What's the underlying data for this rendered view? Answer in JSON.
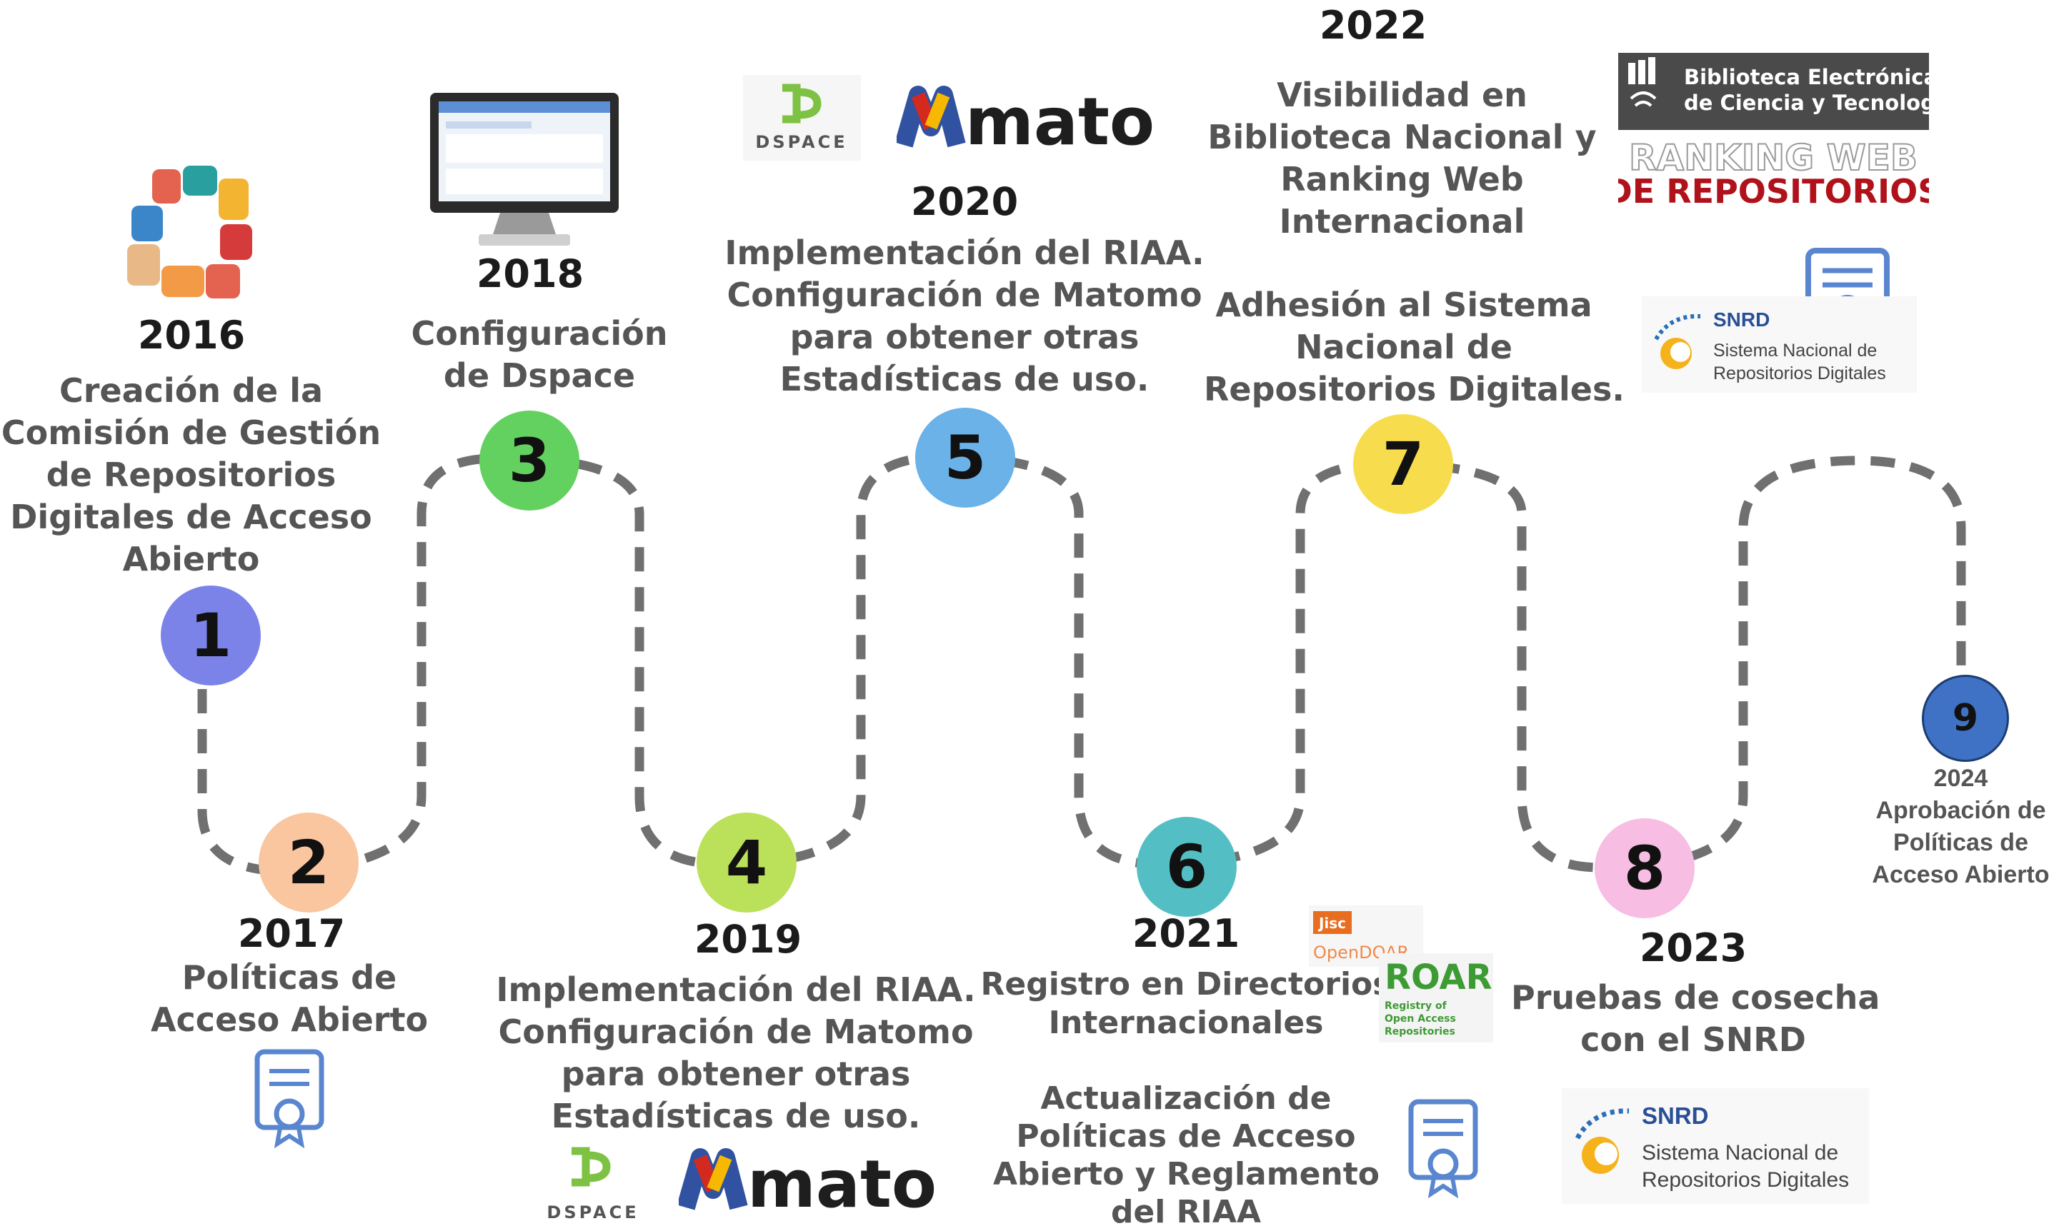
{
  "milestones": [
    {
      "number": "1",
      "year": "2016",
      "lines": [
        "Creación de la",
        "Comisión de Gestión",
        "de Repositorios",
        "Digitales de Acceso",
        "Abierto"
      ],
      "color": "#7b83e8"
    },
    {
      "number": "2",
      "year": "2017",
      "lines": [
        "Políticas de",
        "Acceso Abierto"
      ],
      "color": "#f9c6a0"
    },
    {
      "number": "3",
      "year": "2018",
      "lines": [
        "Configuración",
        "de Dspace"
      ],
      "color": "#63d160"
    },
    {
      "number": "4",
      "year": "2019",
      "lines": [
        "Implementación del RIAA.",
        "Configuración de Matomo",
        "para obtener otras",
        "Estadísticas de uso."
      ],
      "color": "#bbe05a"
    },
    {
      "number": "5",
      "year": "2020",
      "lines": [
        "Implementación del RIAA.",
        "Configuración de Matomo",
        "para obtener otras",
        "Estadísticas de uso."
      ],
      "color": "#6ab2e8"
    },
    {
      "number": "6",
      "year": "2021",
      "lines": [
        "Registro en Directorios",
        "Internacionales"
      ],
      "extra_lines": [
        "Actualización de",
        "Políticas de Acceso",
        "Abierto y Reglamento",
        "del RIAA"
      ],
      "color": "#53bfc4"
    },
    {
      "number": "7",
      "year": "2022",
      "lines": [
        "Visibilidad en",
        "Biblioteca Nacional y",
        "Ranking Web",
        "Internacional"
      ],
      "extra_lines": [
        "Adhesión al Sistema",
        "Nacional de",
        "Repositorios Digitales."
      ],
      "color": "#f7dd4d"
    },
    {
      "number": "8",
      "year": "2023",
      "lines": [
        "Pruebas de cosecha",
        "con el SNRD"
      ],
      "color": "#f7bde3"
    },
    {
      "number": "9",
      "year": "2024",
      "lines": [
        "Aprobación de",
        "Políticas de",
        "Acceso Abierto"
      ],
      "color": "#3f72c4"
    }
  ],
  "logos": {
    "dspace": "DSPACE",
    "matomo": "matomo",
    "biblioteca_line1": "Biblioteca Electrónica",
    "biblioteca_line2": "de Ciencia y Tecnología",
    "ranking_line1": "RANKING WEB",
    "ranking_line2": "DE REPOSITORIOS",
    "snrd_title": "SNRD",
    "snrd_line1": "Sistema Nacional de",
    "snrd_line2": "Repositorios Digitales",
    "jisc": "Jisc",
    "opendoar": "OpenDOAR",
    "roar": "ROAR",
    "roar_sub1": "Registry of",
    "roar_sub2": "Open Access",
    "roar_sub3": "Repositories"
  },
  "colors": {
    "path": "#707070",
    "matomo_blue": "#3152a0",
    "matomo_red": "#d4291f",
    "matomo_yellow": "#f6b800",
    "dspace_green": "#7dc242",
    "ranking_red": "#b0121b",
    "icon_blue": "#5a86d0"
  }
}
